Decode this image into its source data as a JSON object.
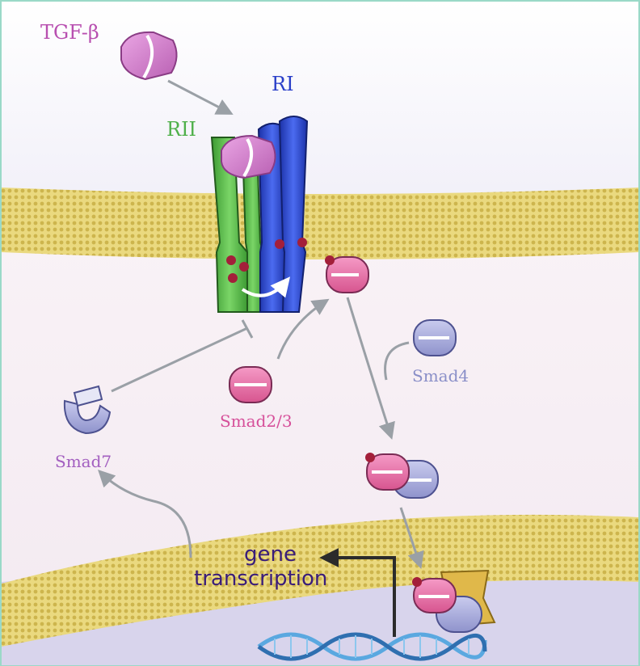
{
  "labels": {
    "ligand": "TGF-β",
    "receptor_type1": "RI",
    "receptor_type2": "RII",
    "smad23": "Smad2/3",
    "smad4": "Smad4",
    "smad7": "Smad7",
    "gene_transcription_line1": "gene",
    "gene_transcription_line2": "transcription"
  },
  "colors": {
    "ligand_label": "#b84fb0",
    "ri_label": "#2a3fc8",
    "rii_label": "#4fb04a",
    "smad23_label": "#d64f9a",
    "smad4_label": "#8a8fc8",
    "smad7_label": "#a35fc0",
    "transcription_label": "#3a1d7a",
    "frame": "#9ad9c8",
    "outside_bg_top": "#ffffff",
    "outside_bg_bottom": "#cfcbe8",
    "cytoplasm": "#f7eef4",
    "membrane": "#e8d67a",
    "membrane_dot": "#c9b14a",
    "smad23_fill": "#e56fa8",
    "smad4_fill": "#a9acd8",
    "smad7_fill": "#c9cbe8",
    "ligand_fill": "#d98ad2",
    "rii_fill": "#5fbf4a",
    "ri_fill": "#2f4fd8",
    "phosphate": "#a31f3a",
    "arrow_grey": "#9aa0a6",
    "tf_box": "#e0b84a",
    "dna_blue": "#5aa8e0"
  },
  "icons": [
    "ligand-dimer-icon",
    "receptor-complex-icon",
    "smad23-protein-icon",
    "smad4-protein-icon",
    "smad7-protein-icon",
    "dna-helix-icon",
    "transcription-factor-icon"
  ]
}
